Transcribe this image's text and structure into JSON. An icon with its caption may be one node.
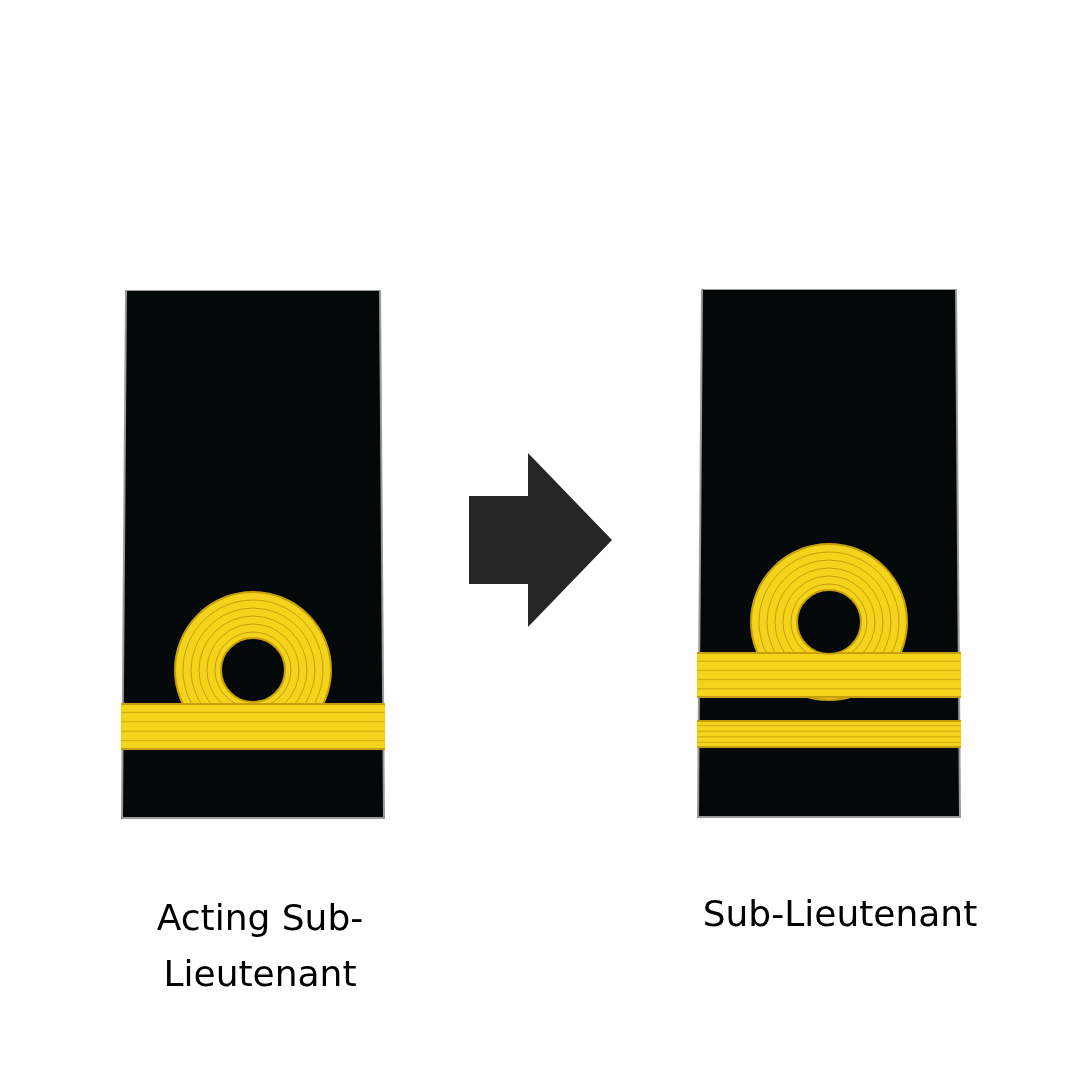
{
  "diagram": {
    "nodes": [
      {
        "text": [],
        "shape": "picture",
        "beside": [
          "Acting Sub-Lieutenant"
        ]
      },
      {
        "text": [],
        "shape": "picture",
        "beside": [
          "Sub-Lieutenant"
        ]
      }
    ],
    "edges": [
      {
        "from": 0,
        "to": 1,
        "arrow": "to",
        "style": "thick"
      }
    ]
  }
}
